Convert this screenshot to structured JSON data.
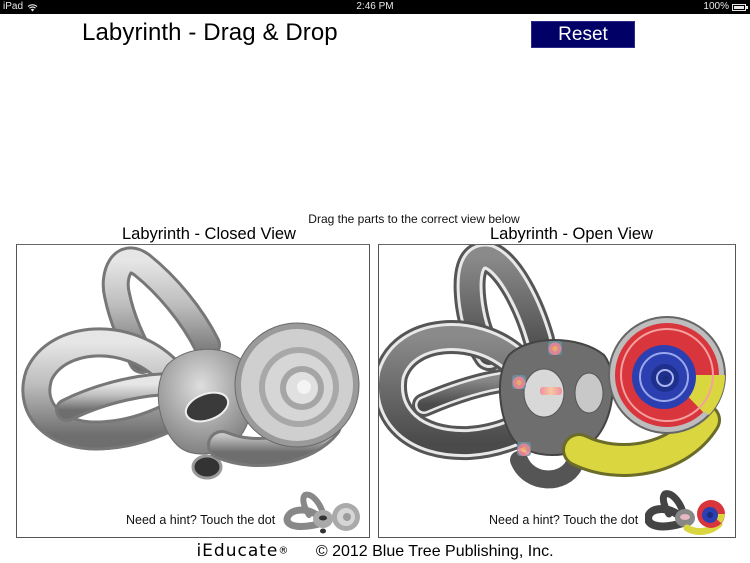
{
  "status_bar": {
    "device": "iPad",
    "wifi_icon": "wifi-icon",
    "time": "2:46 PM",
    "battery_percent": "100%",
    "battery_icon": "battery-icon"
  },
  "header": {
    "title": "Labyrinth - Drag & Drop",
    "reset_label": "Reset",
    "reset_color": "#000066"
  },
  "instruction": "Drag the parts to the correct view below",
  "panels": [
    {
      "title": "Labyrinth - Closed View",
      "hint_text": "Need a hint? Touch the dot",
      "image": "inner-ear-labyrinth-closed-illustration"
    },
    {
      "title": "Labyrinth - Open View",
      "hint_text": "Need a hint? Touch the dot",
      "image": "inner-ear-labyrinth-open-illustration",
      "colors": {
        "scala_vestibuli": "#d8363c",
        "cochlear_duct": "#2b3fb0",
        "scala_tympani": "#d9d640"
      }
    }
  ],
  "footer": {
    "brand": "iEducate",
    "registered": "®",
    "copyright": "© 2012 Blue Tree Publishing, Inc."
  }
}
